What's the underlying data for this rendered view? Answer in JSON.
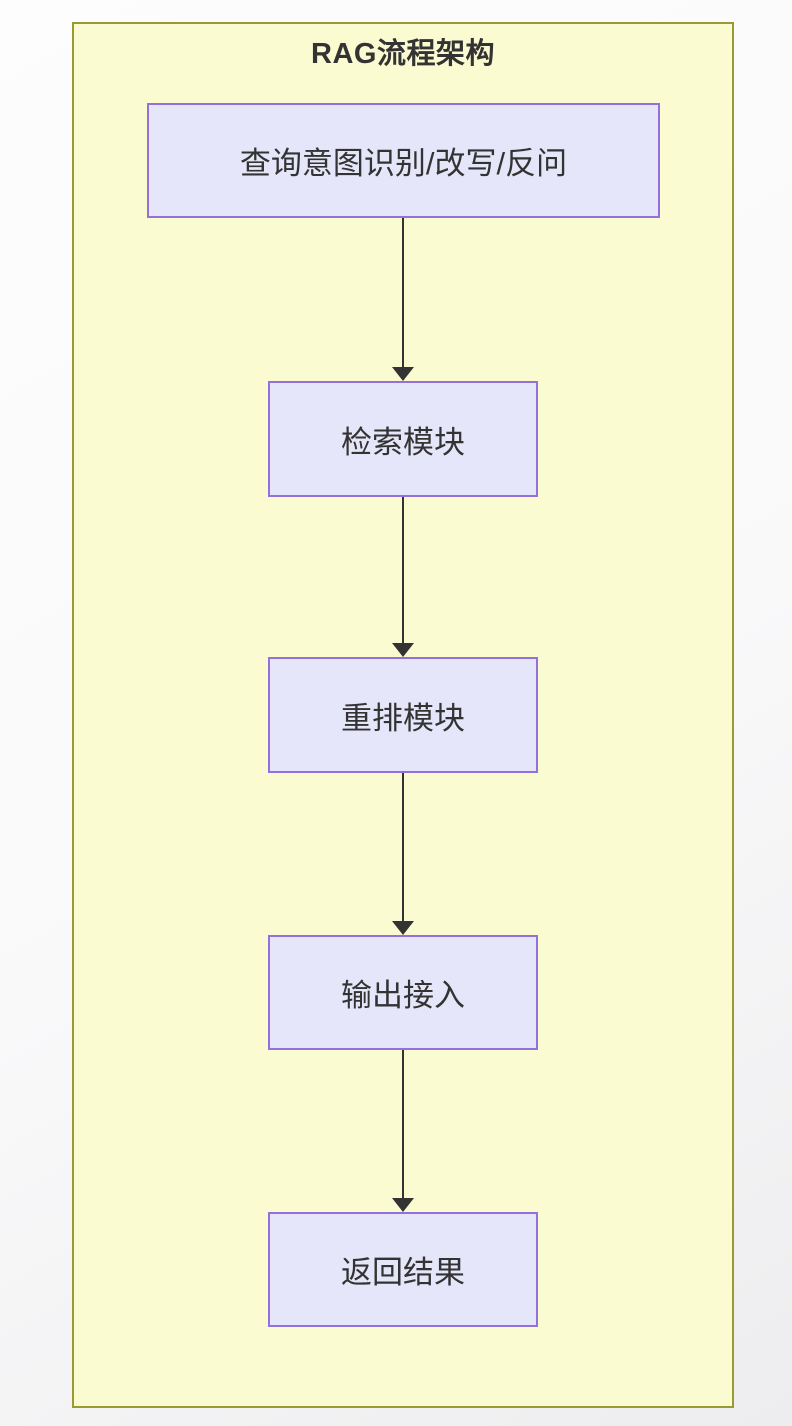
{
  "diagram": {
    "title": "RAG流程架构",
    "type": "flowchart-top-down",
    "nodes": [
      {
        "label": "查询意图识别/改写/反问"
      },
      {
        "label": "检索模块"
      },
      {
        "label": "重排模块"
      },
      {
        "label": "输出接入"
      },
      {
        "label": "返回结果"
      }
    ],
    "edges": [
      {
        "from": "查询意图识别/改写/反问",
        "to": "检索模块",
        "style": "arrow-down"
      },
      {
        "from": "检索模块",
        "to": "重排模块",
        "style": "arrow-down"
      },
      {
        "from": "重排模块",
        "to": "输出接入",
        "style": "arrow-down"
      },
      {
        "from": "输出接入",
        "to": "返回结果",
        "style": "arrow-down"
      }
    ],
    "colors": {
      "cluster_fill": "#fbfbd2",
      "cluster_stroke": "#9a9a33",
      "node_fill": "#e6e6fa",
      "node_stroke": "#9370db",
      "edge_color": "#333333",
      "text_color": "#333333"
    }
  }
}
